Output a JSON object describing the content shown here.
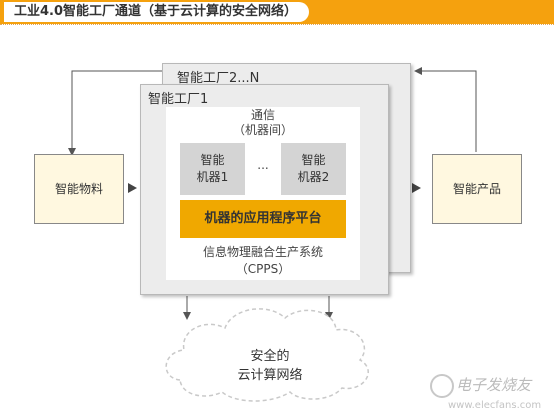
{
  "title": "工业4.0智能工厂通道（基于云计算的安全网络）",
  "factory_back": "智能工厂2...N",
  "factory_front": "智能工厂1",
  "comm_line1": "通信",
  "comm_line2": "（机器间）",
  "machine1_line1": "智能",
  "machine1_line2": "机器1",
  "machine2_line1": "智能",
  "machine2_line2": "机器2",
  "ellipsis": "...",
  "platform": "机器的应用程序平台",
  "cpps_line1": "信息物理融合生产系统",
  "cpps_line2": "（CPPS）",
  "input_box": "智能物料",
  "output_box": "智能产品",
  "cloud_line1": "安全的",
  "cloud_line2": "云计算网络",
  "watermark": "电子发烧友",
  "watermark_url": "www.elecfans.com",
  "colors": {
    "accent": "#f5a10e",
    "platform": "#f0a800",
    "panel": "#ececec",
    "side_fill": "#fff8e0"
  }
}
